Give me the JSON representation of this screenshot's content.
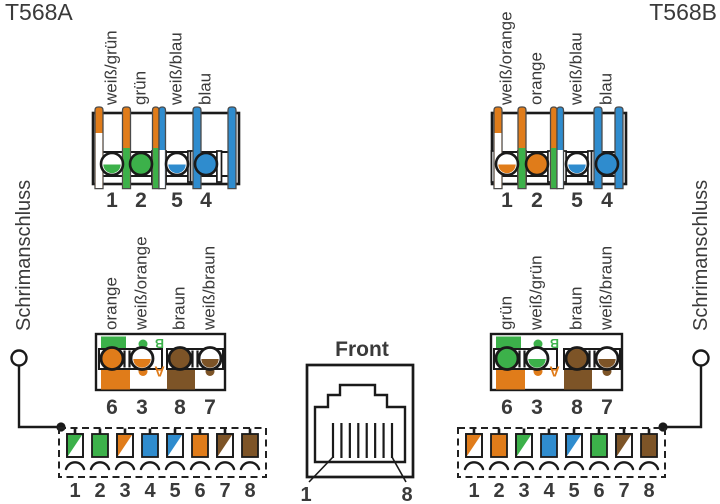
{
  "titles": {
    "left": "T568A",
    "right": "T568B"
  },
  "shield": {
    "left": "Schrimanschluss",
    "right": "Schrimanschluss"
  },
  "front": {
    "label": "Front",
    "pin_first": "1",
    "pin_last": "8"
  },
  "markers": {
    "top_letter": "B",
    "bottom_letter": "A"
  },
  "pins": {
    "top": [
      "1",
      "2",
      "5",
      "4"
    ],
    "bottom": [
      "6",
      "3",
      "8",
      "7"
    ],
    "cable": [
      "1",
      "2",
      "3",
      "4",
      "5",
      "6",
      "7",
      "8"
    ]
  },
  "colors": {
    "orange": "#E07C1A",
    "green": "#3CB14A",
    "blue": "#2F8CCE",
    "brown": "#7D5427",
    "white": "#FFFFFF",
    "outline": "#1A1A1A",
    "wire_outline": "#4A4A4A",
    "text": "#3A3A3A"
  },
  "pass_wires": {
    "left_edge": {
      "top": "orange",
      "bottom": "white"
    },
    "slot2": {
      "top": "orange",
      "bottom": "green"
    },
    "middle_left": {
      "top": "orange",
      "bottom": "green"
    },
    "middle_right": {
      "top": "blue",
      "bottom": "white"
    },
    "slot4": {
      "top": "blue",
      "bottom": "blue"
    },
    "right_edge": {
      "top": "blue",
      "bottom": "blue"
    }
  },
  "bottom_marks": {
    "top_row": [
      {
        "shape": "square",
        "color": "green"
      },
      {
        "shape": "dot",
        "color": "green"
      }
    ],
    "bottom_row": [
      {
        "shape": "square",
        "color": "orange"
      },
      {
        "shape": "dot",
        "color": "orange"
      },
      {
        "shape": "square",
        "color": "brown"
      },
      {
        "shape": "dot",
        "color": "brown"
      }
    ]
  },
  "t568a": {
    "top_labels": [
      "weiß/grün",
      "grün",
      "weiß/blau",
      "blau"
    ],
    "top_wires": [
      "white-green",
      "green",
      "white-blue",
      "blue"
    ],
    "bottom_labels": [
      "orange",
      "weiß/orange",
      "braun",
      "weiß/braun"
    ],
    "bottom_wires": [
      "orange",
      "white-orange",
      "brown",
      "white-brown"
    ],
    "cable_wires": [
      "white-green",
      "green",
      "white-orange",
      "blue",
      "white-blue",
      "orange",
      "white-brown",
      "brown"
    ]
  },
  "t568b": {
    "top_labels": [
      "weiß/orange",
      "orange",
      "weiß/blau",
      "blau"
    ],
    "top_wires": [
      "white-orange",
      "orange",
      "white-blue",
      "blue"
    ],
    "bottom_labels": [
      "grün",
      "weiß/grün",
      "braun",
      "weiß/braun"
    ],
    "bottom_wires": [
      "green",
      "white-green",
      "brown",
      "white-brown"
    ],
    "cable_wires": [
      "white-orange",
      "orange",
      "white-green",
      "blue",
      "white-blue",
      "green",
      "white-brown",
      "brown"
    ]
  }
}
